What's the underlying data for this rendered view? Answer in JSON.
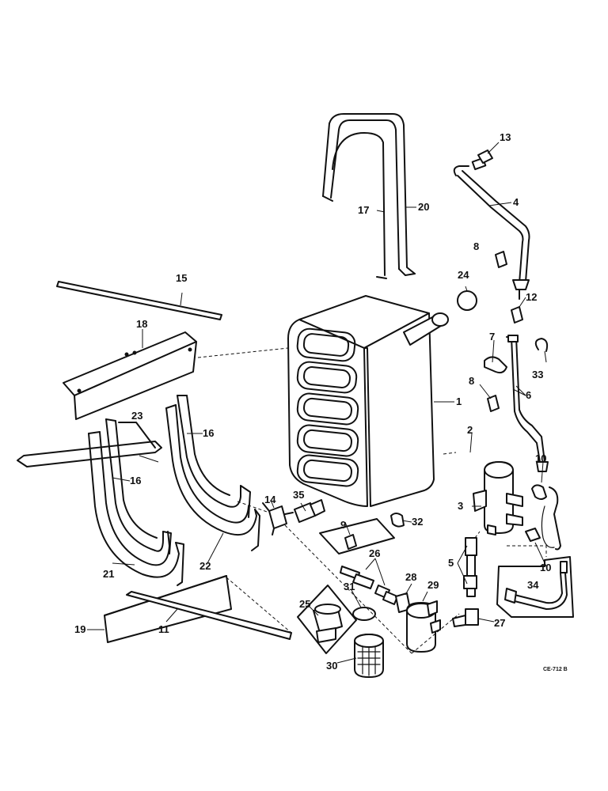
{
  "diagram": {
    "drawing_code": "CE-712 B",
    "callouts": [
      "1",
      "3",
      "4",
      "5",
      "6",
      "7",
      "8",
      "8",
      "9",
      "10",
      "10",
      "11",
      "12",
      "13",
      "14",
      "15",
      "16",
      "16",
      "17",
      "18",
      "19",
      "20",
      "21",
      "22",
      "23",
      "24",
      "25",
      "26",
      "27",
      "28",
      "29",
      "30",
      "31",
      "32",
      "33",
      "34",
      "35"
    ]
  }
}
